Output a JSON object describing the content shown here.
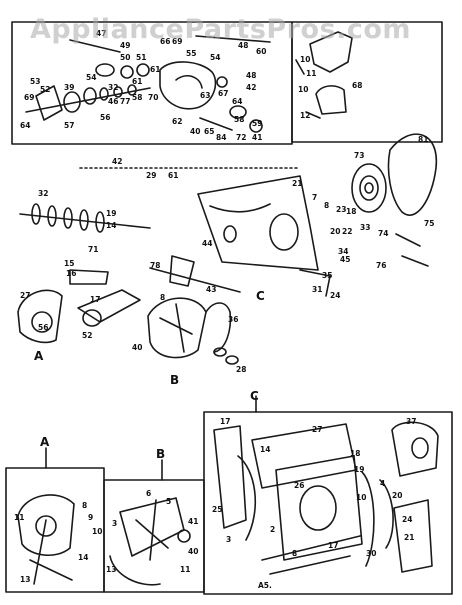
{
  "watermark": "AppliancePartsPros.com",
  "diagram": {
    "ink_color": "#1a1a1a",
    "paper_color": "#ffffff",
    "section_letters": [
      "A",
      "B",
      "C"
    ],
    "footer_code": "A5."
  },
  "labels": {
    "top": [
      "47",
      "49",
      "48",
      "50",
      "51",
      "61",
      "55",
      "54",
      "53",
      "54",
      "52",
      "39",
      "46",
      "77",
      "58",
      "32",
      "64",
      "57",
      "62",
      "63",
      "67",
      "64",
      "58",
      "59",
      "60",
      "48",
      "42",
      "72",
      "41",
      "84",
      "40",
      "65",
      "66",
      "69",
      "61",
      "70",
      "56",
      "69",
      "68",
      "10",
      "11",
      "12",
      "10"
    ],
    "middle": [
      "42",
      "29",
      "61",
      "32",
      "73",
      "21",
      "7",
      "8",
      "81",
      "23",
      "18",
      "19",
      "14",
      "20",
      "22",
      "33",
      "74",
      "75",
      "71",
      "15",
      "78",
      "16",
      "43",
      "44",
      "76",
      "C",
      "31",
      "35",
      "24",
      "45",
      "27",
      "34",
      "36",
      "28",
      "40",
      "17",
      "56",
      "8",
      "52"
    ],
    "callout_a": [
      "11",
      "8",
      "9",
      "10",
      "13",
      "14"
    ],
    "callout_b": [
      "3",
      "6",
      "5",
      "41",
      "40",
      "13",
      "11"
    ],
    "callout_c": [
      "17",
      "27",
      "37",
      "25",
      "18",
      "19",
      "4",
      "14",
      "20",
      "3",
      "26",
      "10",
      "17",
      "30",
      "2",
      "8",
      "24",
      "21"
    ]
  }
}
